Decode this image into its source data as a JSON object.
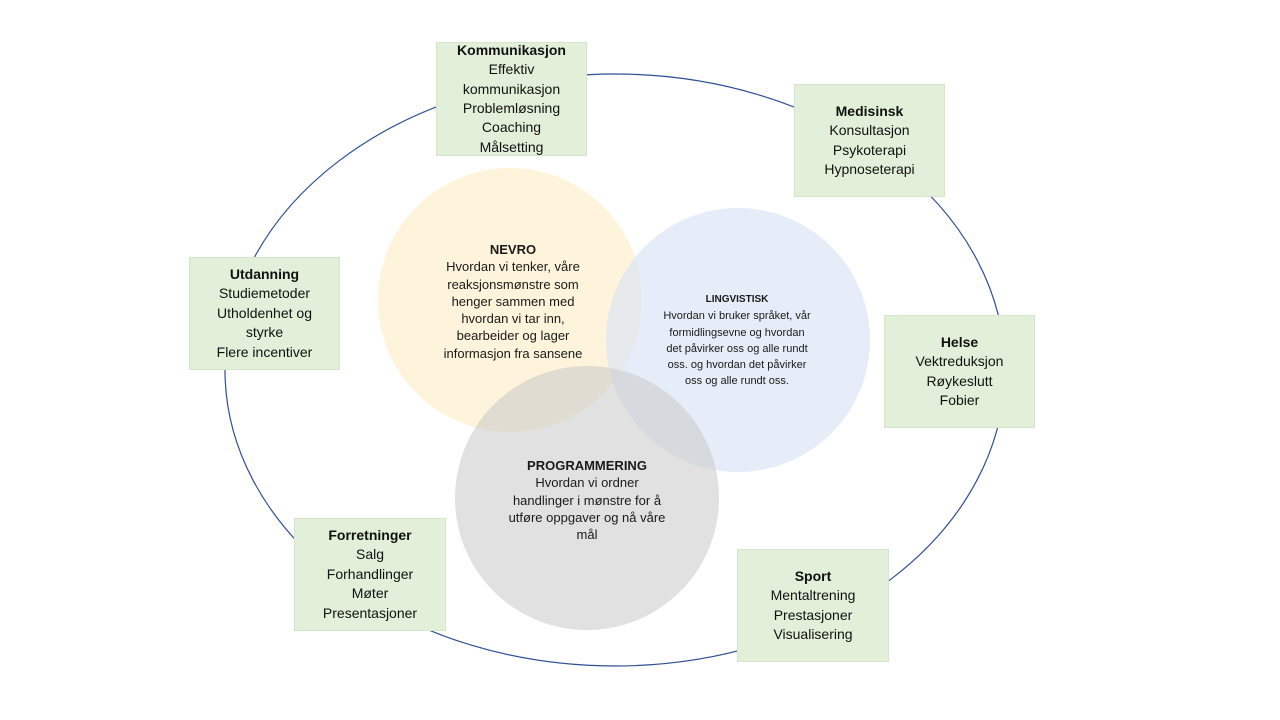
{
  "circles": {
    "nevro": {
      "title": "NEVRO",
      "lines": [
        "Hvordan vi tenker, våre",
        "reaksjonsmønstre som",
        "henger sammen med",
        "hvordan vi tar inn,",
        "bearbeider og lager",
        "informasjon fra sansene"
      ],
      "color": "#fdf0cf"
    },
    "lingvistisk": {
      "title": "LINGVISTISK",
      "lines": [
        "Hvordan vi bruker språket, vår",
        "formidlingsevne og hvordan",
        "det påvirker oss og alle rundt",
        "oss. og hvordan det påvirker",
        "oss og alle rundt oss."
      ],
      "color": "#dce6f5"
    },
    "programmering": {
      "title": "PROGRAMMERING",
      "lines": [
        "Hvordan vi ordner",
        "handlinger i mønstre for å",
        "utføre oppgaver og nå våre",
        "mål"
      ],
      "color": "#c8c8c8"
    }
  },
  "boxes": {
    "kommunikasjon": {
      "title": "Kommunikasjon",
      "items": [
        "Effektiv",
        "kommunikasjon",
        "Problemløsning",
        "Coaching",
        "Målsetting"
      ]
    },
    "medisinsk": {
      "title": "Medisinsk",
      "items": [
        "Konsultasjon",
        "Psykoterapi",
        "Hypnoseterapi"
      ]
    },
    "utdanning": {
      "title": "Utdanning",
      "items": [
        "Studiemetoder",
        "Utholdenhet  og",
        "styrke",
        "Flere incentiver"
      ]
    },
    "helse": {
      "title": "Helse",
      "items": [
        "Vektreduksjon",
        "Røykeslutt",
        "Fobier"
      ]
    },
    "forretninger": {
      "title": "Forretninger",
      "items": [
        "Salg",
        "Forhandlinger",
        "Møter",
        "Presentasjoner"
      ]
    },
    "sport": {
      "title": "Sport",
      "items": [
        "Mentaltrening",
        "Prestasjoner",
        "Visualisering"
      ]
    }
  },
  "colors": {
    "box_fill": "#e2efd9",
    "outer_ring": "#2f4f96"
  }
}
